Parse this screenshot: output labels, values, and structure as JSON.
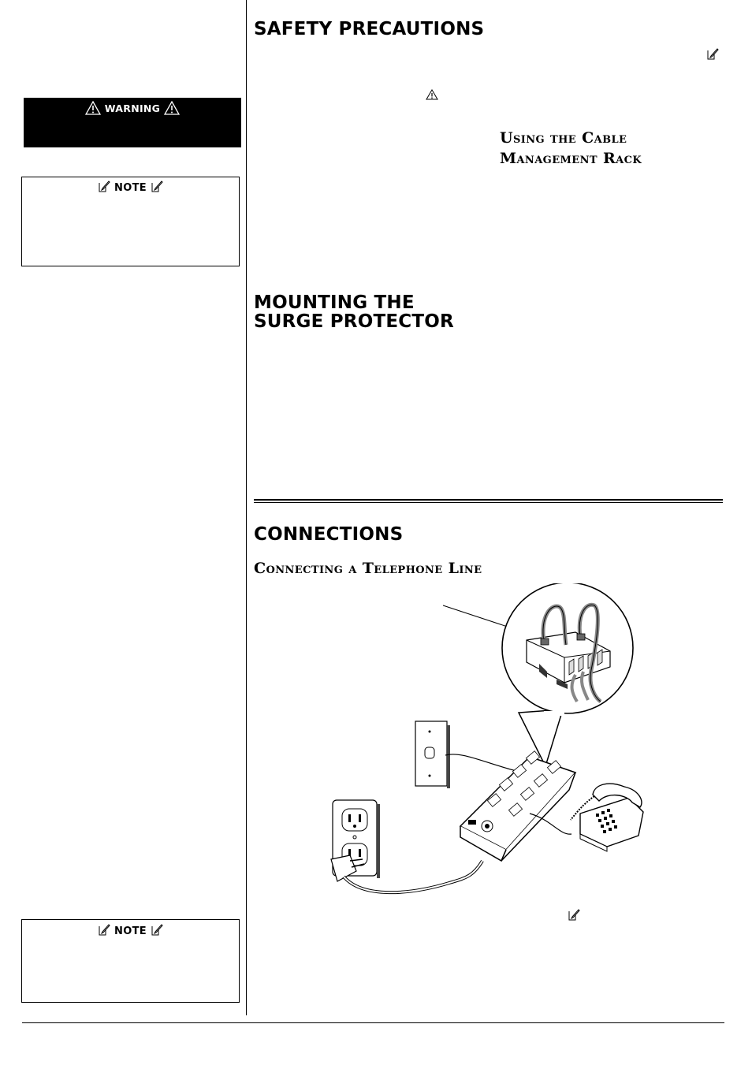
{
  "sections": {
    "safety_title": "SAFETY PRECAUTIONS",
    "mounting_title_line1": "MOUNTING THE",
    "mounting_title_line2": "SURGE PROTECTOR",
    "connections_title": "CONNECTIONS"
  },
  "subsections": {
    "cable_rack_line1": "Using the Cable",
    "cable_rack_line2": "Management Rack",
    "telephone": "Connecting a Telephone Line"
  },
  "sidebar": {
    "warning_label": "WARNING",
    "note1_label": "NOTE",
    "note2_label": "NOTE"
  },
  "icons": [
    "warning-triangle-icon",
    "note-pencil-icon"
  ],
  "colors": {
    "warning_bg": "#000000",
    "rule": "#000000",
    "page": "#ffffff"
  }
}
